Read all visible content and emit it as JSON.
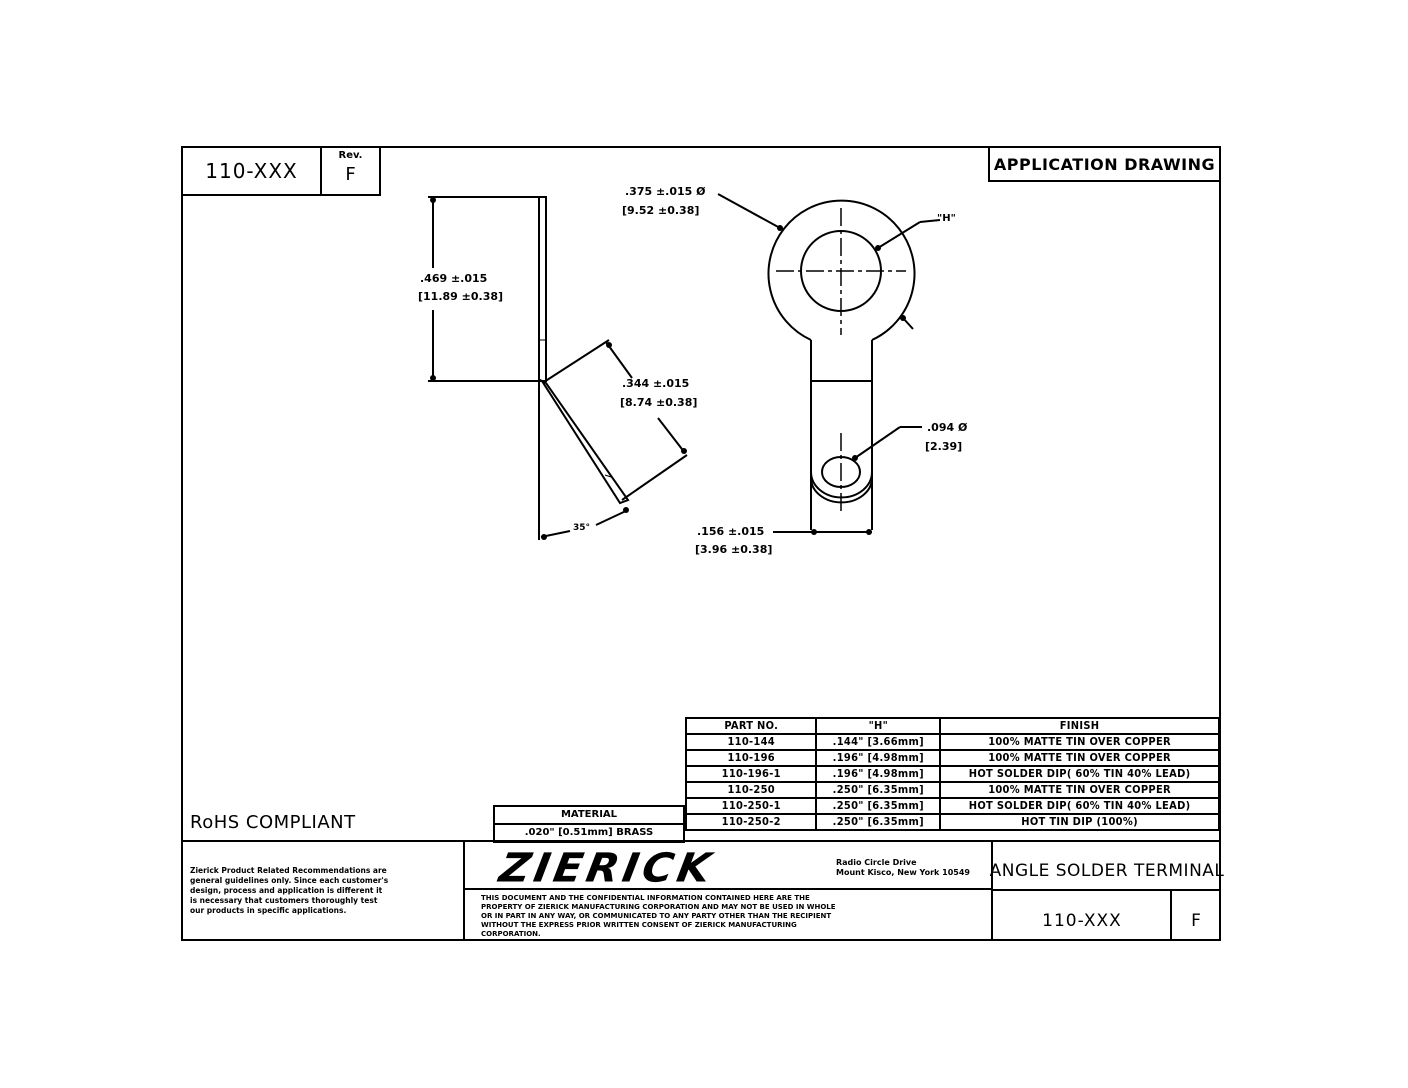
{
  "title_block_top": {
    "part_number": "110-XXX",
    "rev_label": "Rev.",
    "rev_value": "F",
    "drawing_type": "APPLICATION DRAWING"
  },
  "dimensions": {
    "ring_outer_dia": ".375 ±.015 Ø",
    "ring_outer_dia_mm": "[9.52 ±0.38]",
    "hole_label": "\"H\"",
    "side_height": ".469 ±.015",
    "side_height_mm": "[11.89 ±0.38]",
    "bend_length": ".344 ±.015",
    "bend_length_mm": "[8.74 ±0.38]",
    "bend_angle": "35°",
    "small_hole_dia": ".094 Ø",
    "small_hole_dia_mm": "[2.39]",
    "tab_width": ".156 ±.015",
    "tab_width_mm": "[3.96 ±0.38]"
  },
  "parts_table": {
    "headers": [
      "PART NO.",
      "\"H\"",
      "FINISH"
    ],
    "rows": [
      [
        "110-144",
        ".144\" [3.66mm]",
        "100% MATTE TIN OVER COPPER"
      ],
      [
        "110-196",
        ".196\" [4.98mm]",
        "100% MATTE TIN OVER COPPER"
      ],
      [
        "110-196-1",
        ".196\" [4.98mm]",
        "HOT SOLDER DIP( 60% TIN 40% LEAD)"
      ],
      [
        "110-250",
        ".250\" [6.35mm]",
        "100% MATTE TIN OVER COPPER"
      ],
      [
        "110-250-1",
        ".250\" [6.35mm]",
        "HOT SOLDER DIP( 60% TIN 40% LEAD)"
      ],
      [
        "110-250-2",
        ".250\" [6.35mm]",
        "HOT TIN DIP (100%)"
      ]
    ]
  },
  "material": {
    "header": "MATERIAL",
    "value": ".020\" [0.51mm] BRASS"
  },
  "rohs": "RoHS COMPLIANT",
  "footer": {
    "disclaimer": "Zierick Product Related Recommendations are general guidelines only. Since each customer's design, process and application is different it is necessary that customers thoroughly test our products in specific applications.",
    "company": "ZIERICK",
    "address_line1": "Radio Circle Drive",
    "address_line2": "Mount Kisco, New York 10549",
    "confidential": "THIS DOCUMENT AND THE CONFIDENTIAL INFORMATION CONTAINED HERE ARE THE PROPERTY OF ZIERICK MANUFACTURING CORPORATION AND MAY NOT BE USED IN WHOLE OR IN PART IN ANY WAY, OR COMMUNICATED TO ANY PARTY OTHER THAN THE RECIPIENT WITHOUT THE EXPRESS PRIOR WRITTEN CONSENT OF ZIERICK MANUFACTURING CORPORATION.",
    "product_title": "ANGLE SOLDER TERMINAL",
    "part_number": "110-XXX",
    "rev": "F"
  }
}
